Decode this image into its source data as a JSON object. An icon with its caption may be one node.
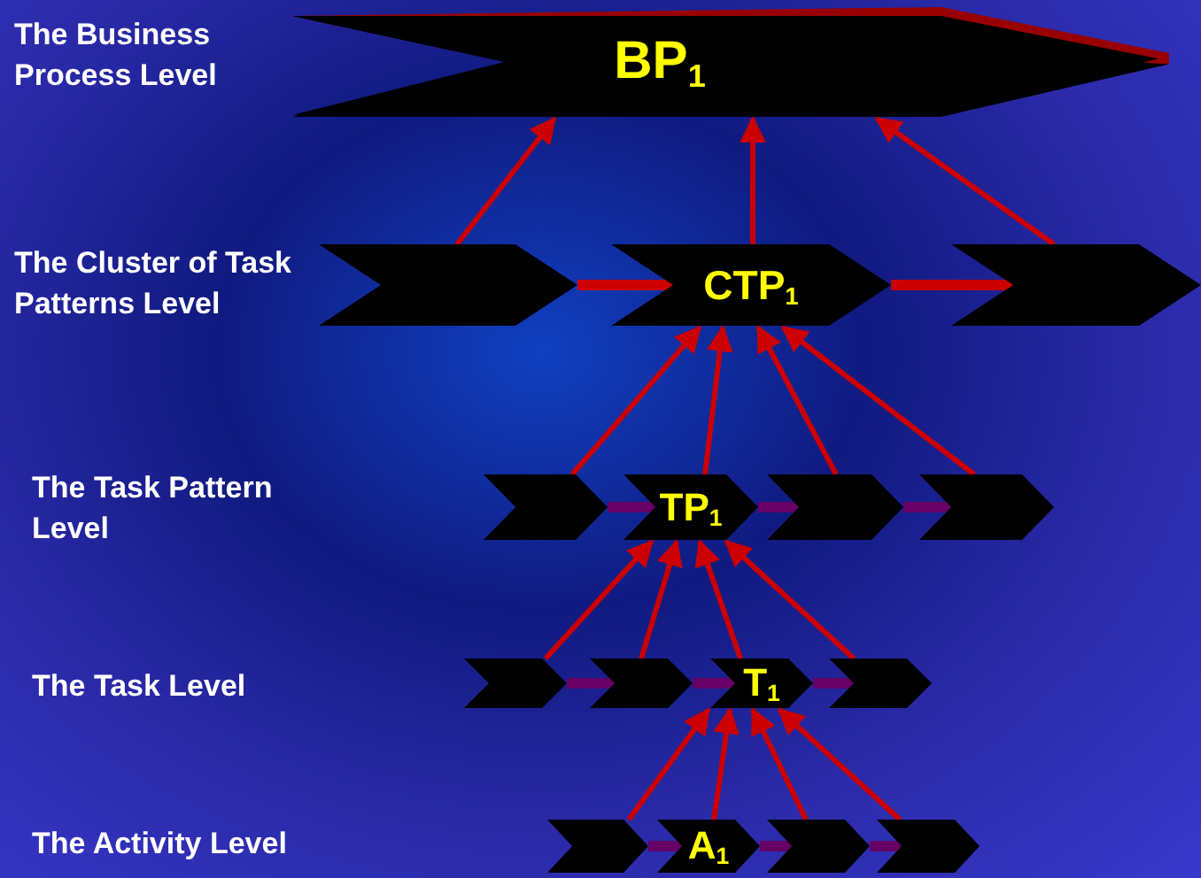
{
  "diagram": {
    "nodes": [
      {
        "text": [
          "BP$_{1}$"
        ]
      },
      {
        "text": [],
        "shape": "chevron"
      },
      {
        "text": [
          "CTP$_{1}$"
        ]
      },
      {
        "text": [],
        "shape": "chevron"
      },
      {
        "text": [],
        "shape": "chevron"
      },
      {
        "text": [
          "TP$_{1}$"
        ]
      },
      {
        "text": [],
        "shape": "chevron"
      },
      {
        "text": [],
        "shape": "chevron"
      },
      {
        "text": [],
        "shape": "chevron"
      },
      {
        "text": [],
        "shape": "chevron"
      },
      {
        "text": [
          "T$_{1}$"
        ]
      },
      {
        "text": [],
        "shape": "chevron"
      },
      {
        "text": [],
        "shape": "chevron"
      },
      {
        "text": [
          "A$_{1}$"
        ]
      },
      {
        "text": [],
        "shape": "chevron"
      },
      {
        "text": [],
        "shape": "chevron"
      }
    ],
    "edges": [
      {
        "from": 1,
        "to": 0,
        "arrow": "to"
      },
      {
        "from": 2,
        "to": 0,
        "arrow": "to"
      },
      {
        "from": 3,
        "to": 0,
        "arrow": "to"
      },
      {
        "from": 1,
        "to": 2,
        "arrow": "none",
        "style": "thick"
      },
      {
        "from": 2,
        "to": 3,
        "arrow": "none",
        "style": "thick"
      },
      {
        "from": 4,
        "to": 2,
        "arrow": "to"
      },
      {
        "from": 5,
        "to": 2,
        "arrow": "to"
      },
      {
        "from": 6,
        "to": 2,
        "arrow": "to"
      },
      {
        "from": 7,
        "to": 2,
        "arrow": "to"
      },
      {
        "from": 4,
        "to": 5,
        "arrow": "none",
        "style": "thick",
        "color": "#660066"
      },
      {
        "from": 5,
        "to": 6,
        "arrow": "none",
        "style": "thick",
        "color": "#660066"
      },
      {
        "from": 6,
        "to": 7,
        "arrow": "none",
        "style": "thick",
        "color": "#660066"
      },
      {
        "from": 8,
        "to": 5,
        "arrow": "to"
      },
      {
        "from": 9,
        "to": 5,
        "arrow": "to"
      },
      {
        "from": 10,
        "to": 5,
        "arrow": "to"
      },
      {
        "from": 11,
        "to": 5,
        "arrow": "to"
      },
      {
        "from": 8,
        "to": 9,
        "arrow": "none",
        "style": "thick",
        "color": "#660066"
      },
      {
        "from": 9,
        "to": 10,
        "arrow": "none",
        "style": "thick",
        "color": "#660066"
      },
      {
        "from": 10,
        "to": 11,
        "arrow": "none",
        "style": "thick",
        "color": "#660066"
      },
      {
        "from": 12,
        "to": 10,
        "arrow": "to"
      },
      {
        "from": 13,
        "to": 10,
        "arrow": "to"
      },
      {
        "from": 14,
        "to": 10,
        "arrow": "to"
      },
      {
        "from": 15,
        "to": 10,
        "arrow": "to"
      },
      {
        "from": 12,
        "to": 13,
        "arrow": "none",
        "style": "thick",
        "color": "#660066"
      },
      {
        "from": 13,
        "to": 14,
        "arrow": "none",
        "style": "thick",
        "color": "#660066"
      },
      {
        "from": 14,
        "to": 15,
        "arrow": "none",
        "style": "thick",
        "color": "#660066"
      }
    ],
    "labels": [
      "The Business Process Level",
      "The Cluster of Task Patterns Level",
      "The Task Pattern Level",
      "The Task Level",
      "The Activity Level"
    ]
  }
}
